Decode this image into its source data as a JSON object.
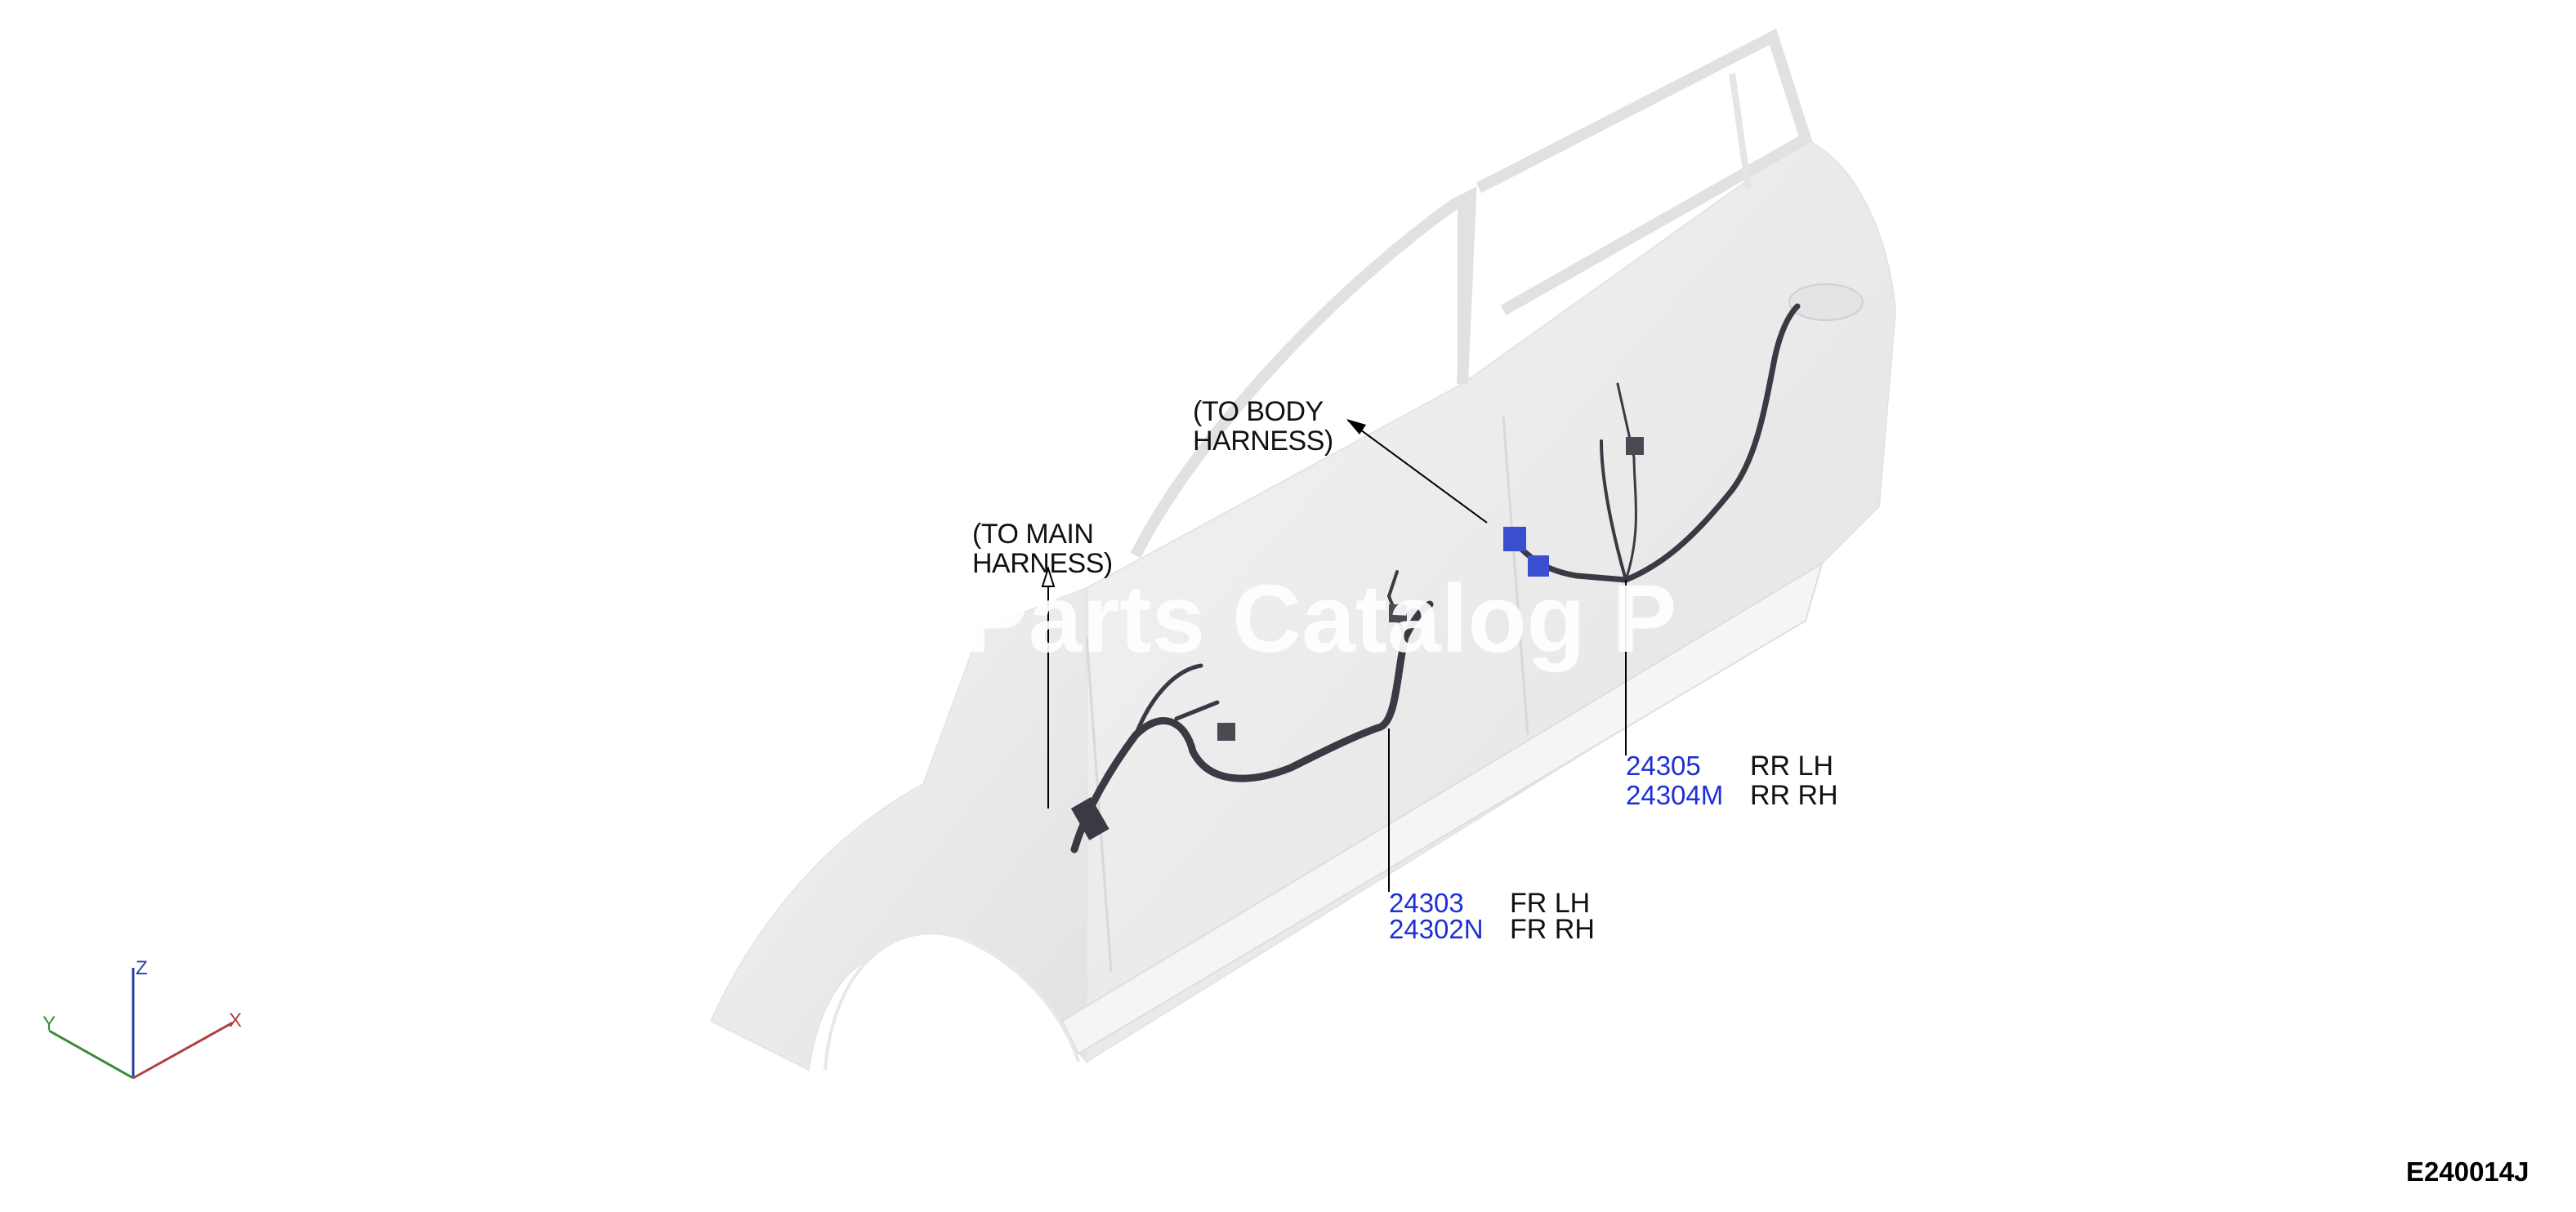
{
  "diagram": {
    "watermark": "Parts Catalog P",
    "notes": {
      "to_body": [
        "(TO BODY",
        "HARNESS)"
      ],
      "to_main": [
        "(TO MAIN",
        "HARNESS)"
      ]
    },
    "callouts": [
      {
        "part_numbers": [
          "24305",
          "24304M"
        ],
        "sides": [
          "RR LH",
          "RR RH"
        ]
      },
      {
        "part_numbers": [
          "24303",
          "24302N"
        ],
        "sides": [
          "FR LH",
          "FR RH"
        ]
      }
    ],
    "axes": {
      "z": "Z",
      "y": "Y",
      "x": "X"
    },
    "figure_code": "E240014J",
    "colors": {
      "part_number": "#1e2fd6",
      "body": "#ebebeb",
      "harness": "#3a3a44",
      "connector": "#3a4fd0"
    }
  }
}
